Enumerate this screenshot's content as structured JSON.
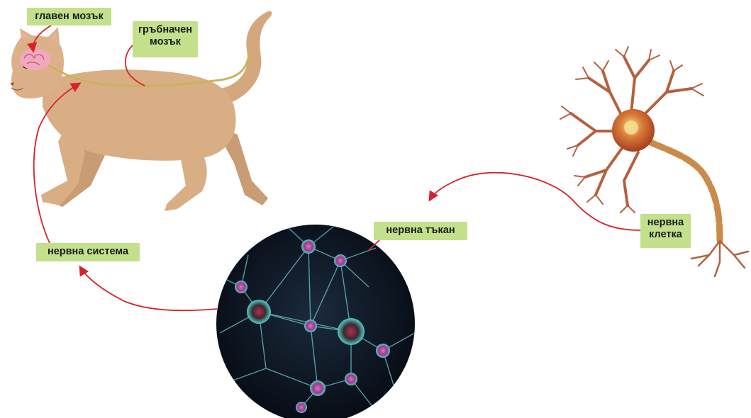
{
  "labels": {
    "brain": "главен мозък",
    "spinal_cord": "гръбначен\nмозък",
    "nervous_system": "нервна система",
    "nervous_tissue": "нервна тъкан",
    "nerve_cell": "нервна\nклетка"
  },
  "colors": {
    "label_bg": "#c3e08d",
    "arrow": "#d8222a",
    "cat_fur": "#d9ae84",
    "brain": "#f0a0b8",
    "spinal_cord": "#c9b45a",
    "neuron_body": "#c0552f",
    "neuron_dendrite": "#b5603e",
    "tissue_bg": "#0c1420",
    "tissue_cell": "#c04aa0"
  }
}
